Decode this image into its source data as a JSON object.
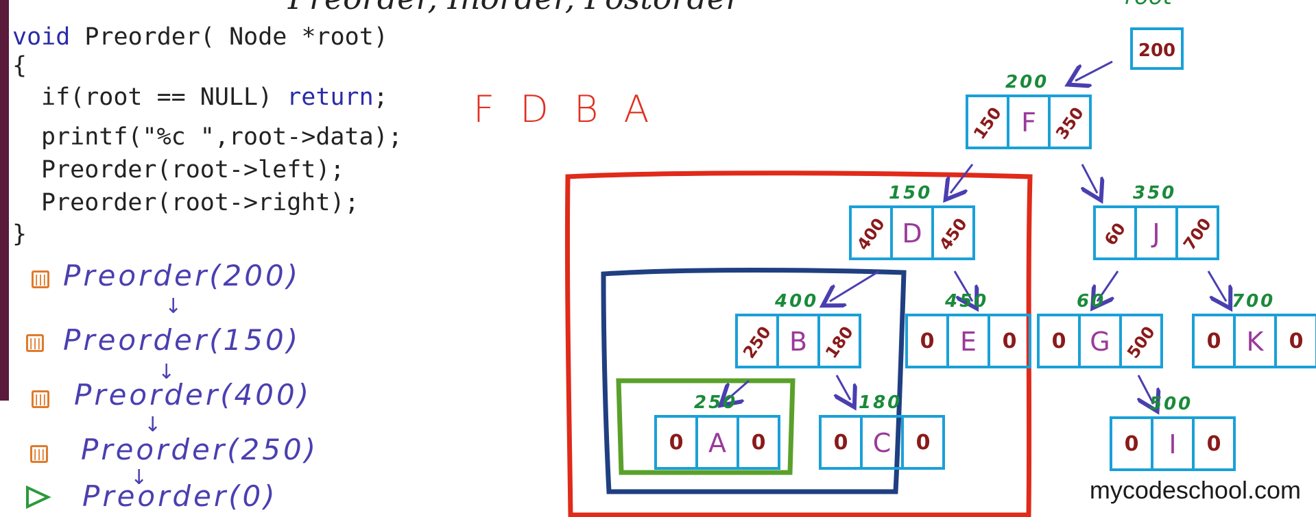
{
  "title_partial": "Preorder, Inorder, Postorder",
  "root_label": "root",
  "root_value": "200",
  "watermark": "mycodeschool.com",
  "result": "F D B A",
  "code": {
    "line1": "void Preorder( Node *root)",
    "line2": "{",
    "line3": "if(root == NULL) return;",
    "line4": "printf(\"%c \",root->data);",
    "line5": "Preorder(root->left);",
    "line6": "Preorder(root->right);",
    "line7": "}"
  },
  "call_stack": [
    {
      "label": "Preorder(200)",
      "icon": "stack-frame-icon"
    },
    {
      "label": "Preorder(150)",
      "icon": "stack-frame-icon"
    },
    {
      "label": "Preorder(400)",
      "icon": "stack-frame-icon"
    },
    {
      "label": "Preorder(250)",
      "icon": "stack-frame-icon"
    },
    {
      "label": "Preorder(0)",
      "icon": "play-icon"
    }
  ],
  "nodes": [
    {
      "id": "F",
      "addr": "200",
      "left": "150",
      "data": "F",
      "right": "350"
    },
    {
      "id": "D",
      "addr": "150",
      "left": "400",
      "data": "D",
      "right": "450"
    },
    {
      "id": "J",
      "addr": "350",
      "left": "60",
      "data": "J",
      "right": "700"
    },
    {
      "id": "B",
      "addr": "400",
      "left": "250",
      "data": "B",
      "right": "180"
    },
    {
      "id": "E",
      "addr": "450",
      "left": "0",
      "data": "E",
      "right": "0"
    },
    {
      "id": "G",
      "addr": "60",
      "left": "0",
      "data": "G",
      "right": "500"
    },
    {
      "id": "K",
      "addr": "700",
      "left": "0",
      "data": "K",
      "right": "0"
    },
    {
      "id": "A",
      "addr": "250",
      "left": "0",
      "data": "A",
      "right": "0"
    },
    {
      "id": "C",
      "addr": "180",
      "left": "0",
      "data": "C",
      "right": "0"
    },
    {
      "id": "I",
      "addr": "500",
      "left": "0",
      "data": "I",
      "right": "0"
    }
  ],
  "colors": {
    "cell_border": "#1aa0d8",
    "addr": "#1a8a3a",
    "pointer": "#8a1a1a",
    "data_letter": "#9a3a9a",
    "arrow": "#4a3fb0",
    "red_frame": "#e02a1a",
    "blue_frame": "#1f3f80",
    "green_frame": "#5aa02a"
  }
}
